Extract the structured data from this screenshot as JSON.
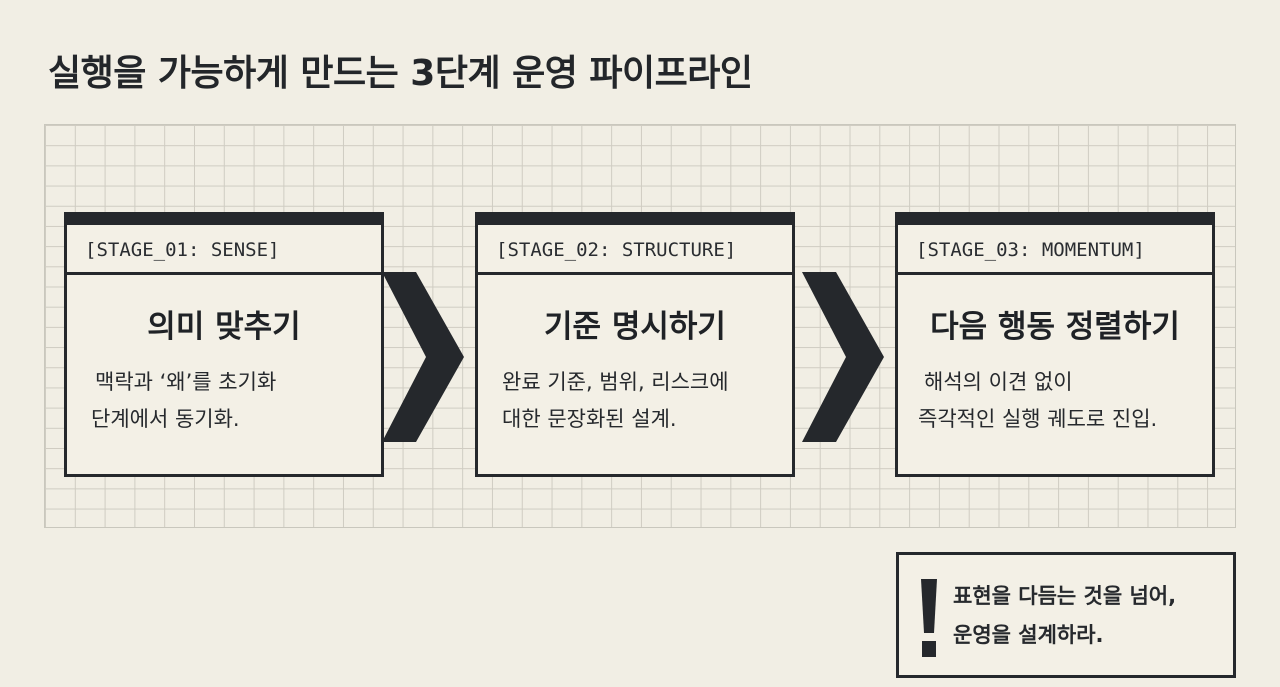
{
  "title": "실행을 가능하게 만드는 3단계 운영 파이프라인",
  "stages": [
    {
      "tag": "[STAGE_01: SENSE]",
      "heading": "의미 맞추기",
      "desc_line1": "맥락과 ‘왜’를 초기화",
      "desc_line2": "단계에서 동기화."
    },
    {
      "tag": "[STAGE_02: STRUCTURE]",
      "heading": "기준 명시하기",
      "desc_line1": "완료 기준, 범위, 리스크에",
      "desc_line2": "대한 문장화된 설계."
    },
    {
      "tag": "[STAGE_03: MOMENTUM]",
      "heading": "다음 행동 정렬하기",
      "desc_line1": "해석의 이견 없이",
      "desc_line2": "즉각적인 실행 궤도로 진입."
    }
  ],
  "note": {
    "icon": "exclamation-icon",
    "line1": "표현을 다듬는 것을 넘어,",
    "line2": "운영을 설계하라."
  },
  "colors": {
    "background": "#f1eee4",
    "ink": "#25282c",
    "grid": "#cfccc2"
  }
}
